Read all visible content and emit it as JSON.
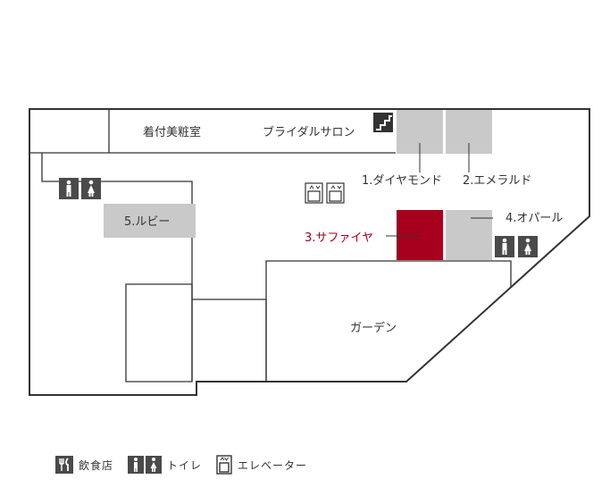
{
  "map": {
    "rooms": {
      "kitsuke": "着付美粧室",
      "bridal_salon": "ブライダルサロン",
      "diamond": "1.ダイヤモンド",
      "emerald": "2.エメラルド",
      "sapphire": "3.サファイヤ",
      "opal": "4.オパール",
      "ruby": "5.ルビー",
      "garden": "ガーデン"
    },
    "colors": {
      "outline": "#333333",
      "room_fill": "#c9c9c9",
      "highlight_fill": "#a6001c",
      "highlight_text": "#a6001c",
      "icon_fill": "#4a4a4a"
    },
    "icons": [
      "stairs-icon",
      "elevator-icon",
      "restroom-icon",
      "restaurant-icon"
    ]
  },
  "legend": {
    "restaurant": "飲食店",
    "restroom": "トイレ",
    "elevator": "エレベーター"
  }
}
